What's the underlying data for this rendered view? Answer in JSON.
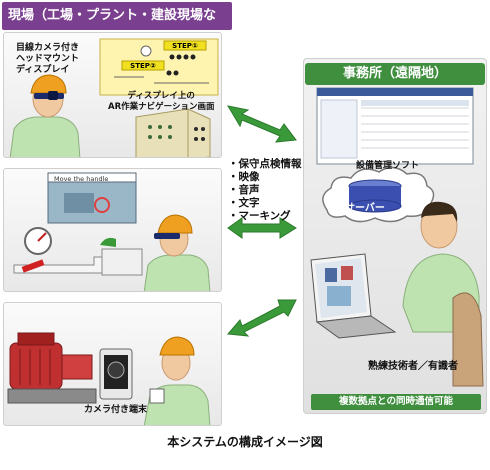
{
  "site_header": "現場（工場・プラント・建設現場など）",
  "panel1": {
    "hmd_label": "目線カメラ付き\nヘッドマウント\nディスプレイ",
    "step1": "STEP①",
    "step2": "STEP②",
    "nav_label": "ディスプレイ上の\nAR作業ナビゲーション画面"
  },
  "panel2": {
    "instruction": "Move the handle"
  },
  "panel3": {
    "terminal_label": "カメラ付き端末"
  },
  "comm_items": [
    "保守点検情報",
    "映像",
    "音声",
    "文字",
    "マーキング"
  ],
  "office": {
    "header": "事務所（遠隔地）",
    "software_label": "設備管理ソフト",
    "server_label": "サーバー",
    "expert_label": "熟練技術者／有識者",
    "multi_site_label": "複数拠点との同時通信可能"
  },
  "caption": "本システムの構成イメージ図",
  "colors": {
    "site_header_bg": "#7a3f8f",
    "office_header_bg": "#3f8f3f",
    "arrow_green": "#3a9a3a",
    "server_blue": "#3a4fb0",
    "helmet_orange": "#f0a020"
  }
}
